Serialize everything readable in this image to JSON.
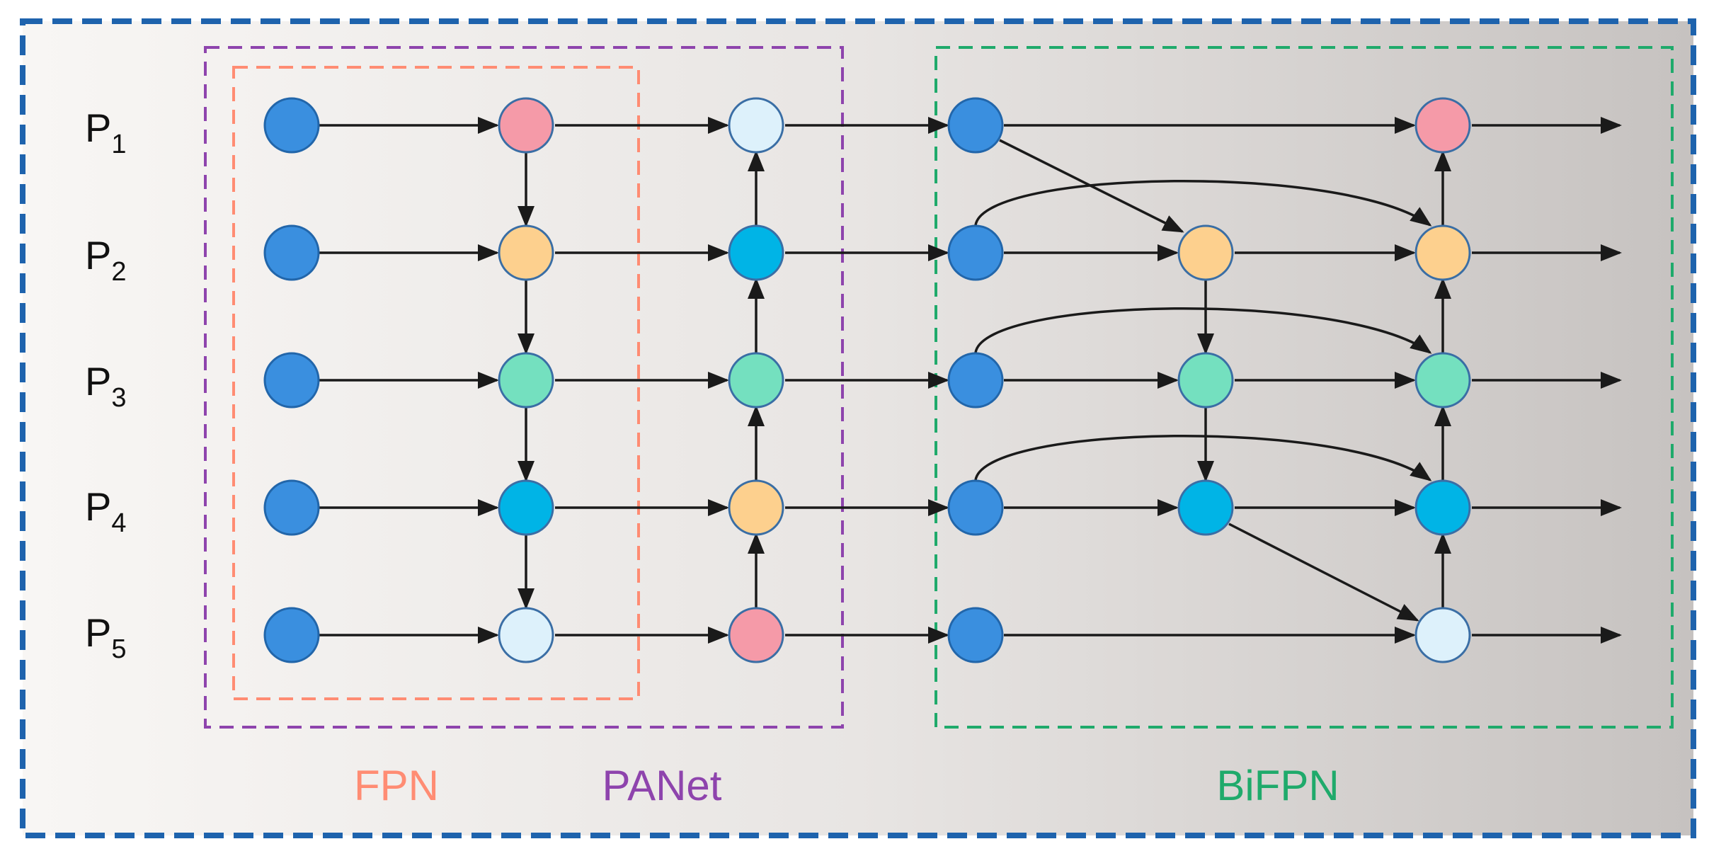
{
  "row_labels": [
    {
      "base": "P",
      "sub": "1"
    },
    {
      "base": "P",
      "sub": "2"
    },
    {
      "base": "P",
      "sub": "3"
    },
    {
      "base": "P",
      "sub": "4"
    },
    {
      "base": "P",
      "sub": "5"
    }
  ],
  "groups": {
    "fpn": {
      "label": "FPN",
      "color": "#ff8c73"
    },
    "panet": {
      "label": "PANet",
      "color": "#8e44ad"
    },
    "bifpn": {
      "label": "BiFPN",
      "color": "#1faa6b"
    }
  },
  "frame_color": "#1e63ad",
  "node_colors": {
    "blue": "#3a8fdf",
    "pink": "#f59aa8",
    "orange": "#fdd08e",
    "green": "#74e0bf",
    "cyan": "#00b4e6",
    "light": "#ddf1fb"
  },
  "columns": {
    "input": [
      "blue",
      "blue",
      "blue",
      "blue",
      "blue"
    ],
    "fpn": [
      "pink",
      "orange",
      "green",
      "cyan",
      "light"
    ],
    "panet": [
      "light",
      "cyan",
      "green",
      "orange",
      "pink"
    ],
    "bifpn_in": [
      "blue",
      "blue",
      "blue",
      "blue",
      "blue"
    ],
    "bifpn_mid": [
      null,
      "orange",
      "green",
      "cyan",
      null
    ],
    "bifpn_out": [
      "pink",
      "orange",
      "green",
      "cyan",
      "light"
    ]
  }
}
